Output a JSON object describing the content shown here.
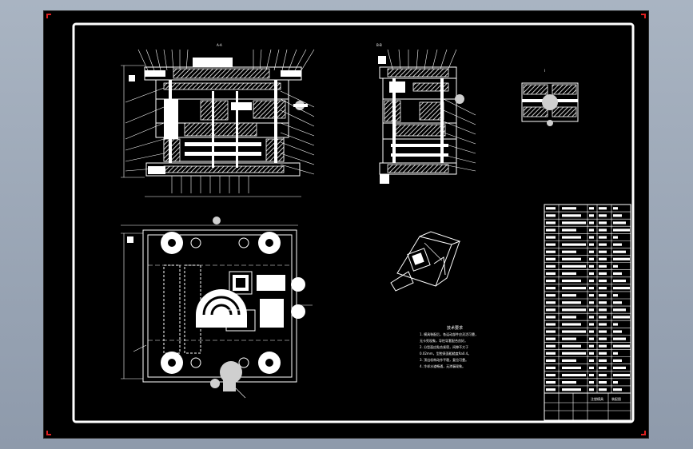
{
  "viewport": {
    "background": "#000000",
    "line_color": "#ffffff",
    "corner_marker_color": "#e02020"
  },
  "views": [
    {
      "id": "main-section",
      "label": "A-A"
    },
    {
      "id": "side-section",
      "label": "B-B"
    },
    {
      "id": "detail-view",
      "label": "I"
    },
    {
      "id": "plan-view",
      "label": ""
    },
    {
      "id": "isometric-view",
      "label": ""
    }
  ],
  "technical_notes": {
    "title": "技术要求",
    "lines": [
      "1. 模具装配后，各运动部件应灵活可靠，",
      "无卡死现象，导柱导套配合良好。",
      "2. 分型面应贴合紧密，间隙不大于",
      "0.02mm，型腔表面粗糙度Ra0.4。",
      "3. 顶出机构动作平稳，复位可靠。",
      "4. 冷却水道畅通，无渗漏现象。"
    ]
  },
  "parts_table": {
    "rows": 26
  },
  "title_block": {
    "drawing_name": "注塑模具",
    "company": "装配图"
  }
}
